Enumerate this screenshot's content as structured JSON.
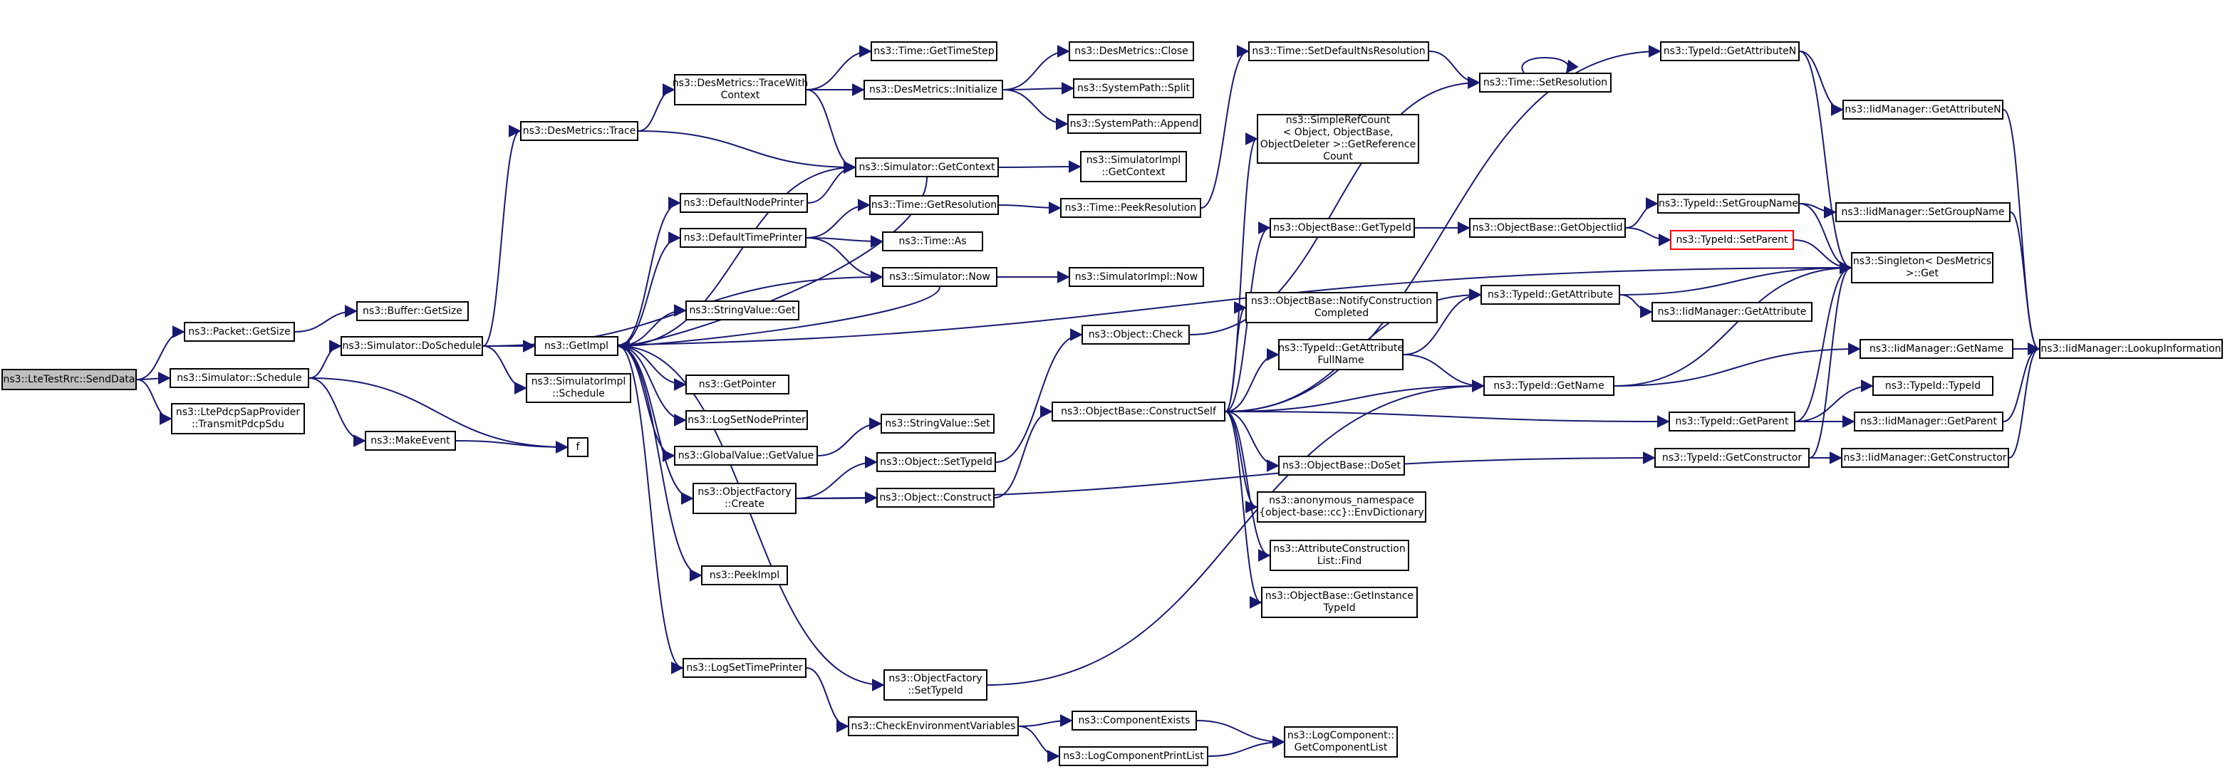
{
  "diagram": {
    "type": "call-graph",
    "colors": {
      "edge": "#191970",
      "node_border": "#000000",
      "root_fill": "#bfbfbf",
      "highlight_border": "#ff0000"
    },
    "nodes": [
      {
        "id": "root",
        "label": "ns3::LteTestRrc::SendData",
        "style": "root"
      },
      {
        "id": "packet_getsize",
        "label": "ns3::Packet::GetSize"
      },
      {
        "id": "buffer_getsize",
        "label": "ns3::Buffer::GetSize"
      },
      {
        "id": "sim_schedule",
        "label": "ns3::Simulator::Schedule"
      },
      {
        "id": "pdcp_transmit",
        "label": "ns3::LtePdcpSapProvider\n::TransmitPdcpSdu"
      },
      {
        "id": "makeevent",
        "label": "ns3::MakeEvent"
      },
      {
        "id": "f",
        "label": "f"
      },
      {
        "id": "sim_doschedule",
        "label": "ns3::Simulator::DoSchedule"
      },
      {
        "id": "desmetrics_trace",
        "label": "ns3::DesMetrics::Trace"
      },
      {
        "id": "getimpl",
        "label": "ns3::GetImpl"
      },
      {
        "id": "simimpl_schedule",
        "label": "ns3::SimulatorImpl\n::Schedule"
      },
      {
        "id": "tracewithcontext",
        "label": "ns3::DesMetrics::TraceWith\nContext"
      },
      {
        "id": "defaultnodeprinter",
        "label": "ns3::DefaultNodePrinter"
      },
      {
        "id": "defaulttimeprinter",
        "label": "ns3::DefaultTimePrinter"
      },
      {
        "id": "stringvalue_get",
        "label": "ns3::StringValue::Get"
      },
      {
        "id": "getpointer",
        "label": "ns3::GetPointer"
      },
      {
        "id": "logsetnodeprinter",
        "label": "ns3::LogSetNodePrinter"
      },
      {
        "id": "globalvalue_getvalue",
        "label": "ns3::GlobalValue::GetValue"
      },
      {
        "id": "objfactory_create",
        "label": "ns3::ObjectFactory\n::Create"
      },
      {
        "id": "peekimpl",
        "label": "ns3::PeekImpl"
      },
      {
        "id": "logsettimeprinter",
        "label": "ns3::LogSetTimePrinter"
      },
      {
        "id": "time_gettimestep",
        "label": "ns3::Time::GetTimeStep"
      },
      {
        "id": "desmetrics_initialize",
        "label": "ns3::DesMetrics::Initialize"
      },
      {
        "id": "sim_getcontext",
        "label": "ns3::Simulator::GetContext"
      },
      {
        "id": "time_getresolution",
        "label": "ns3::Time::GetResolution"
      },
      {
        "id": "time_as",
        "label": "ns3::Time::As"
      },
      {
        "id": "sim_now",
        "label": "ns3::Simulator::Now"
      },
      {
        "id": "stringvalue_set",
        "label": "ns3::StringValue::Set"
      },
      {
        "id": "object_settypeid",
        "label": "ns3::Object::SetTypeId"
      },
      {
        "id": "object_construct",
        "label": "ns3::Object::Construct"
      },
      {
        "id": "objfactory_settypeid",
        "label": "ns3::ObjectFactory\n::SetTypeId"
      },
      {
        "id": "checkenv",
        "label": "ns3::CheckEnvironmentVariables"
      },
      {
        "id": "desmetrics_close",
        "label": "ns3::DesMetrics::Close"
      },
      {
        "id": "systempath_split",
        "label": "ns3::SystemPath::Split"
      },
      {
        "id": "systempath_append",
        "label": "ns3::SystemPath::Append"
      },
      {
        "id": "simimpl_getcontext",
        "label": "ns3::SimulatorImpl\n::GetContext"
      },
      {
        "id": "time_peekresolution",
        "label": "ns3::Time::PeekResolution"
      },
      {
        "id": "simimpl_now",
        "label": "ns3::SimulatorImpl::Now"
      },
      {
        "id": "object_check",
        "label": "ns3::Object::Check"
      },
      {
        "id": "objbase_constructself",
        "label": "ns3::ObjectBase::ConstructSelf"
      },
      {
        "id": "componentexists",
        "label": "ns3::ComponentExists"
      },
      {
        "id": "logcomponentprintlist",
        "label": "ns3::LogComponentPrintList"
      },
      {
        "id": "time_setdefaultnsres",
        "label": "ns3::Time::SetDefaultNsResolution"
      },
      {
        "id": "simplerefcount",
        "label": "ns3::SimpleRefCount\n< Object, ObjectBase,\n ObjectDeleter >::GetReference\nCount"
      },
      {
        "id": "objbase_gettypeid",
        "label": "ns3::ObjectBase::GetTypeId"
      },
      {
        "id": "objbase_notifyconstruction",
        "label": "ns3::ObjectBase::NotifyConstruction\nCompleted"
      },
      {
        "id": "typeid_getattributefullname",
        "label": "ns3::TypeId::GetAttribute\nFullName"
      },
      {
        "id": "objbase_doset",
        "label": "ns3::ObjectBase::DoSet"
      },
      {
        "id": "anon_envdictionary",
        "label": "ns3::anonymous_namespace\n{object-base::cc}::EnvDictionary"
      },
      {
        "id": "attrconstructionlist_find",
        "label": "ns3::AttributeConstruction\nList::Find"
      },
      {
        "id": "objbase_getinstancetypeid",
        "label": "ns3::ObjectBase::GetInstance\nTypeId"
      },
      {
        "id": "logcomponent_getlist",
        "label": "ns3::LogComponent::\nGetComponentList"
      },
      {
        "id": "time_setresolution",
        "label": "ns3::Time::SetResolution"
      },
      {
        "id": "objbase_getobjectiid",
        "label": "ns3::ObjectBase::GetObjectIid"
      },
      {
        "id": "typeid_getattribute",
        "label": "ns3::TypeId::GetAttribute"
      },
      {
        "id": "typeid_getname",
        "label": "ns3::TypeId::GetName"
      },
      {
        "id": "typeid_getattributen",
        "label": "ns3::TypeId::GetAttributeN"
      },
      {
        "id": "typeid_setgroupname",
        "label": "ns3::TypeId::SetGroupName"
      },
      {
        "id": "typeid_setparent",
        "label": "ns3::TypeId::SetParent",
        "style": "red"
      },
      {
        "id": "iidmanager_getattribute",
        "label": "ns3::IidManager::GetAttribute"
      },
      {
        "id": "typeid_getparent",
        "label": "ns3::TypeId::GetParent"
      },
      {
        "id": "typeid_getconstructor",
        "label": "ns3::TypeId::GetConstructor"
      },
      {
        "id": "iidmanager_getattributen",
        "label": "ns3::IidManager::GetAttributeN"
      },
      {
        "id": "iidmanager_setgroupname",
        "label": "ns3::IidManager::SetGroupName"
      },
      {
        "id": "singleton_get",
        "label": "ns3::Singleton< DesMetrics\n >::Get"
      },
      {
        "id": "iidmanager_getname",
        "label": "ns3::IidManager::GetName"
      },
      {
        "id": "typeid_typeid",
        "label": "ns3::TypeId::TypeId"
      },
      {
        "id": "iidmanager_getparent",
        "label": "ns3::IidManager::GetParent"
      },
      {
        "id": "iidmanager_getconstructor",
        "label": "ns3::IidManager::GetConstructor"
      },
      {
        "id": "iidmanager_lookupinformation",
        "label": "ns3::IidManager::LookupInformation"
      }
    ]
  }
}
